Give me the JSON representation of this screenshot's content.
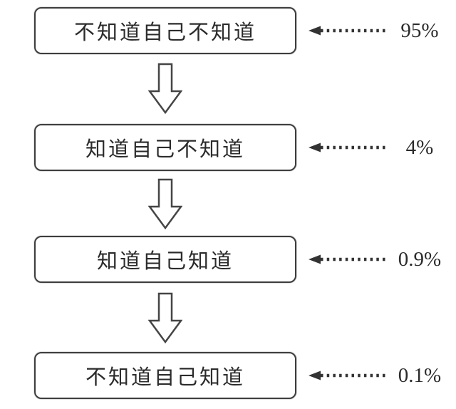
{
  "diagram": {
    "steps": [
      {
        "label": "不知道自己不知道",
        "percentage": "95%"
      },
      {
        "label": "知道自己不知道",
        "percentage": "4%"
      },
      {
        "label": "知道自己知道",
        "percentage": "0.9%"
      },
      {
        "label": "不知道自己知道",
        "percentage": "0.1%"
      }
    ],
    "icons": {
      "connector": "down-arrow-icon",
      "annotation": "dotted-arrow-left-icon"
    },
    "colors": {
      "ink": "#2b2b2b",
      "border": "#3d3d3d",
      "background": "#ffffff",
      "box_fill": "#ffffff"
    }
  }
}
